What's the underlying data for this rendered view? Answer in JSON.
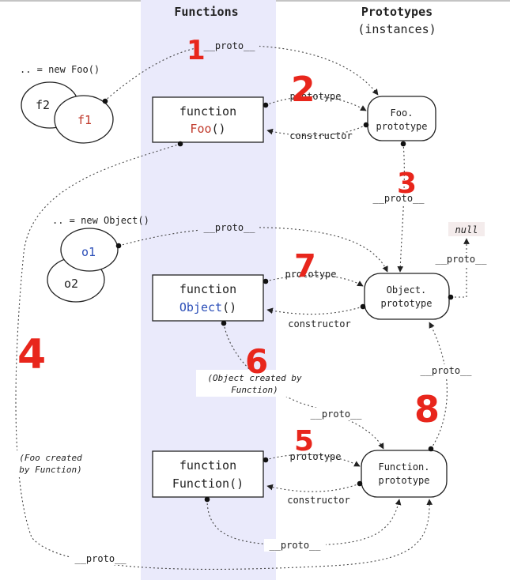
{
  "headers": {
    "functions": "Functions",
    "prototypes": "Prototypes",
    "instances": "(instances)"
  },
  "instances": {
    "foo_new": ".. = new Foo()",
    "f1": "f1",
    "f2": "f2",
    "object_new": ".. = new Object()",
    "o1": "o1",
    "o2": "o2"
  },
  "functions": {
    "foo_line1": "function",
    "foo_name": "Foo",
    "foo_paren": "()",
    "object_line1": "function",
    "object_name": "Object",
    "object_paren": "()",
    "function_line1": "function",
    "function_line2": "Function()"
  },
  "prototypes": {
    "foo_line1": "Foo.",
    "foo_line2": "prototype",
    "object_line1": "Object.",
    "object_line2": "prototype",
    "function_line1": "Function.",
    "function_line2": "prototype",
    "null": "null"
  },
  "labels": {
    "proto": "__proto__",
    "prototype": "prototype",
    "constructor": "constructor",
    "object_created_line1": "(Object created by",
    "object_created_line2": "Function)",
    "foo_created_line1": "(Foo created",
    "foo_created_line2": "by Function)"
  },
  "annotations": {
    "n1": "1",
    "n2": "2",
    "n3": "3",
    "n4": "4",
    "n5": "5",
    "n6": "6",
    "n7": "7",
    "n8": "8"
  },
  "colors": {
    "column_band": "#eaeafb",
    "foo_name": "#c0392b",
    "object_name": "#2c4fb8",
    "handwriting": "#e8261c"
  }
}
